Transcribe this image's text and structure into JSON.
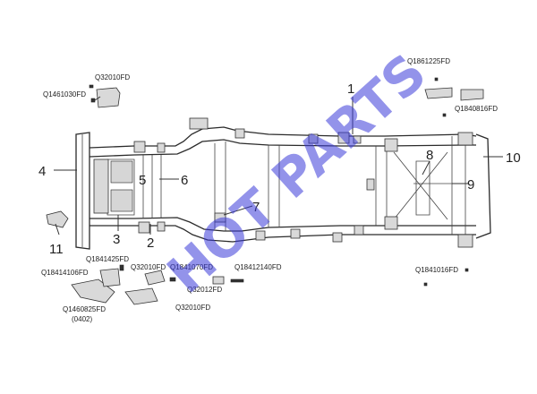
{
  "part_labels": {
    "q32010fd_top": "Q32010FD",
    "q1461030fd": "Q1461030FD",
    "q1861225fd": "Q1861225FD",
    "q1840816fd": "Q1840816FD",
    "q1841425fd": "Q1841425FD",
    "q18414106fd": "Q18414106FD",
    "q32010fd_mid": "Q32010FD",
    "q1841070fd": "Q1841070FD",
    "q18412140fd": "Q18412140FD",
    "q32012fd": "Q32012FD",
    "q1460825fd": "Q1460825FD",
    "note_0402": "(0402)",
    "q32010fd_bottom": "Q32010FD",
    "q1841016fd": "Q1841016FD"
  },
  "callouts": {
    "c1": "1",
    "c2": "2",
    "c3": "3",
    "c4": "4",
    "c5": "5",
    "c6": "6",
    "c7": "7",
    "c8": "8",
    "c9": "9",
    "c10": "10",
    "c11": "11"
  },
  "watermark": "HOT PARTS"
}
